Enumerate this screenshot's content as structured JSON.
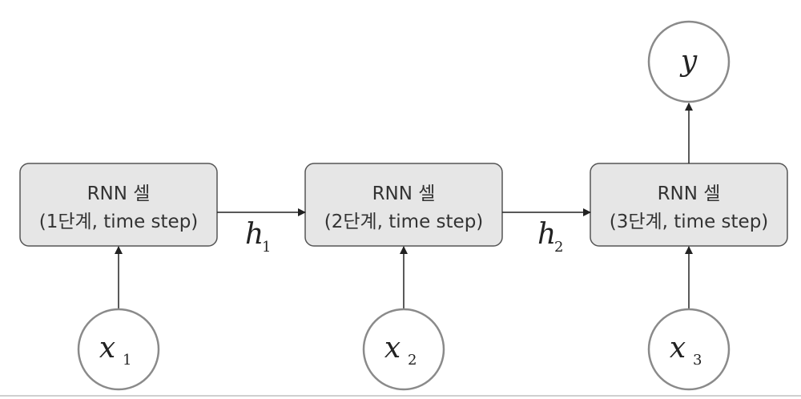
{
  "cells": [
    {
      "title": "RNN 셀",
      "subtitle": "(1단계, time step)"
    },
    {
      "title": "RNN 셀",
      "subtitle": "(2단계, time step)"
    },
    {
      "title": "RNN 셀",
      "subtitle": "(3단계, time step)"
    }
  ],
  "inputs": [
    {
      "var": "x",
      "sub": "1"
    },
    {
      "var": "x",
      "sub": "2"
    },
    {
      "var": "x",
      "sub": "3"
    }
  ],
  "hidden": [
    {
      "var": "h",
      "sub": "1"
    },
    {
      "var": "h",
      "sub": "2"
    }
  ],
  "output": {
    "var": "y"
  },
  "colors": {
    "cell_fill": "#e6e6e6",
    "cell_stroke": "#555555",
    "node_stroke": "#8a8a8a",
    "arrow": "#222222"
  }
}
